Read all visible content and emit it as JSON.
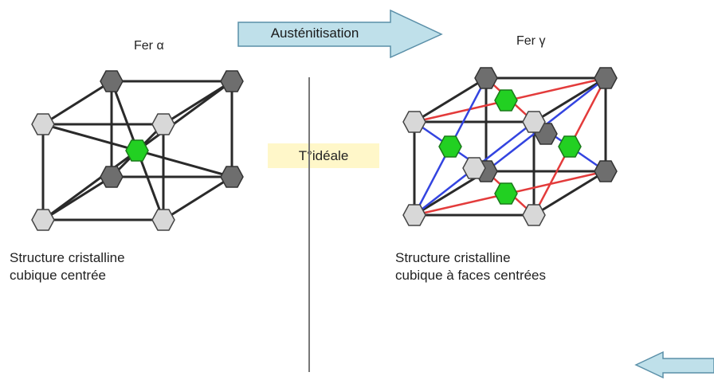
{
  "alpha": {
    "title": "Fer α",
    "caption_line1": "Structure cristalline",
    "caption_line2": "cubique centrée"
  },
  "gamma": {
    "title": "Fer γ",
    "caption_line1": "Structure cristalline",
    "caption_line2": "cubique à faces centrées"
  },
  "process_arrow": {
    "label": "Austénitisation"
  },
  "temperature": {
    "label": "T°idéale"
  },
  "colors": {
    "arrow_fill": "#bfe0ea",
    "arrow_stroke": "#5a8fa8",
    "temp_box": "#fff7c9",
    "atom_dark": "#6e6e6e",
    "atom_light": "#d8d8d8",
    "atom_center": "#22d022",
    "bond_red": "#e33b3b",
    "bond_blue": "#3344e0"
  }
}
